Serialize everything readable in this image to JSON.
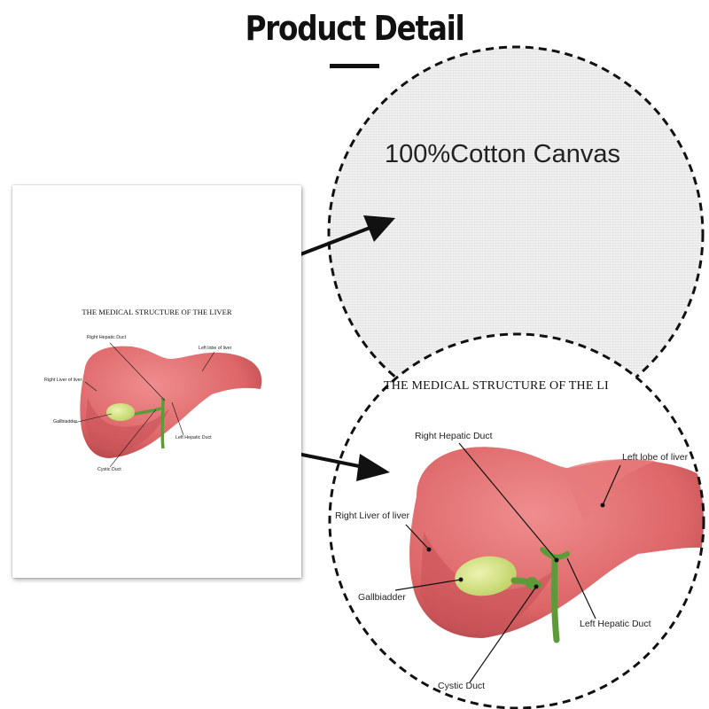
{
  "header": {
    "title": "Product Detail"
  },
  "fabric": {
    "label": "100%Cotton Canvas"
  },
  "poster": {
    "title": "THE MEDICAL STRUCTURE OF THE LIVER",
    "labels": {
      "right_hepatic_duct": "Right Hepatic Duct",
      "left_lobe": "Left lobe of liver",
      "right_liver": "Right Liver of liver",
      "gallbladder": "Gallbiadder",
      "left_hepatic_duct": "Left Hepatic Duct",
      "cystic_duct": "Cystic Duct"
    }
  },
  "zoom": {
    "title": "THE MEDICAL STRUCTURE OF THE LI"
  },
  "colors": {
    "liver": "#e06a6c",
    "liver_shadow": "#b94a4e",
    "gallbladder": "#c9de70",
    "duct": "#5f9a3a",
    "text": "#222222"
  }
}
